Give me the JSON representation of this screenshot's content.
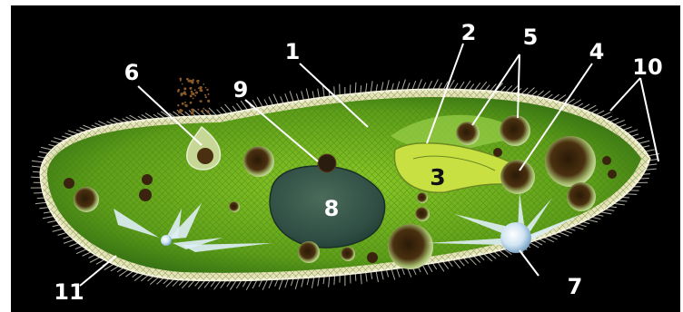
{
  "figure": {
    "title": "",
    "background": "#000000",
    "body_color": "#6fae1a",
    "labels": [
      {
        "id": "label-1",
        "text": "1"
      },
      {
        "id": "label-2",
        "text": "2"
      },
      {
        "id": "label-3",
        "text": "3"
      },
      {
        "id": "label-4",
        "text": "4"
      },
      {
        "id": "label-5",
        "text": "5"
      },
      {
        "id": "label-6",
        "text": "6"
      },
      {
        "id": "label-7",
        "text": "7"
      },
      {
        "id": "label-8",
        "text": "8"
      },
      {
        "id": "label-9",
        "text": "9"
      },
      {
        "id": "label-10",
        "text": "10"
      },
      {
        "id": "label-11",
        "text": "11"
      }
    ]
  }
}
